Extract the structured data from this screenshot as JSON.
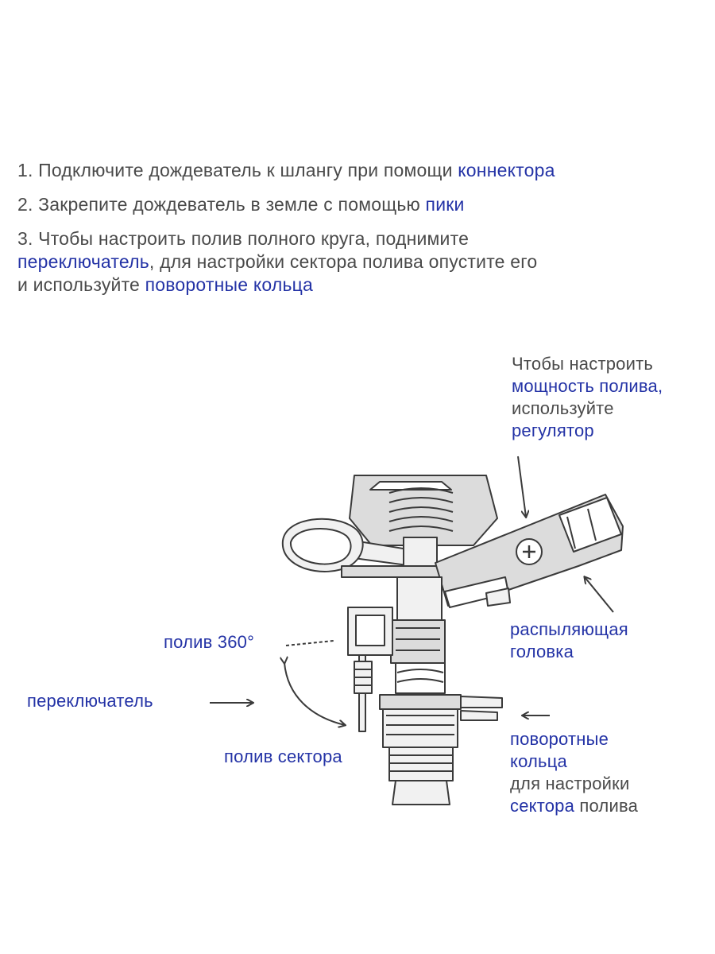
{
  "instructions": {
    "step1": {
      "text": "1. Подключите дождеватель к шлангу при помощи ",
      "highlight": "коннектора"
    },
    "step2": {
      "text": "2. Закрепите дождеватель в земле с помощью ",
      "highlight": "пики"
    },
    "step3": {
      "line1": "3. Чтобы настроить полив полного круга, поднимите",
      "highlight1": "переключатель",
      "line2": ", для настройки сектора полива опустите его",
      "line3": "и используйте ",
      "highlight2": "поворотные кольца"
    }
  },
  "labels": {
    "regulator": {
      "line1": "Чтобы настроить",
      "line2": "мощность полива,",
      "line3": "используйте",
      "line4": "регулятор"
    },
    "spray_head": {
      "line1": "распыляющая",
      "line2": "головка"
    },
    "poliv_360": "полив 360°",
    "switch": "переключатель",
    "sector": "полив сектора",
    "rings": {
      "line1": "поворотные",
      "line2": "кольца",
      "line3": "для настройки",
      "line4a": "сектора",
      "line4b": " полива"
    }
  },
  "colors": {
    "text": "#4a4a4a",
    "highlight": "#2433a6",
    "line_art": "#3a3a3a",
    "fill_dark": "#dcdcdc",
    "fill_light": "#f1f1f1"
  }
}
